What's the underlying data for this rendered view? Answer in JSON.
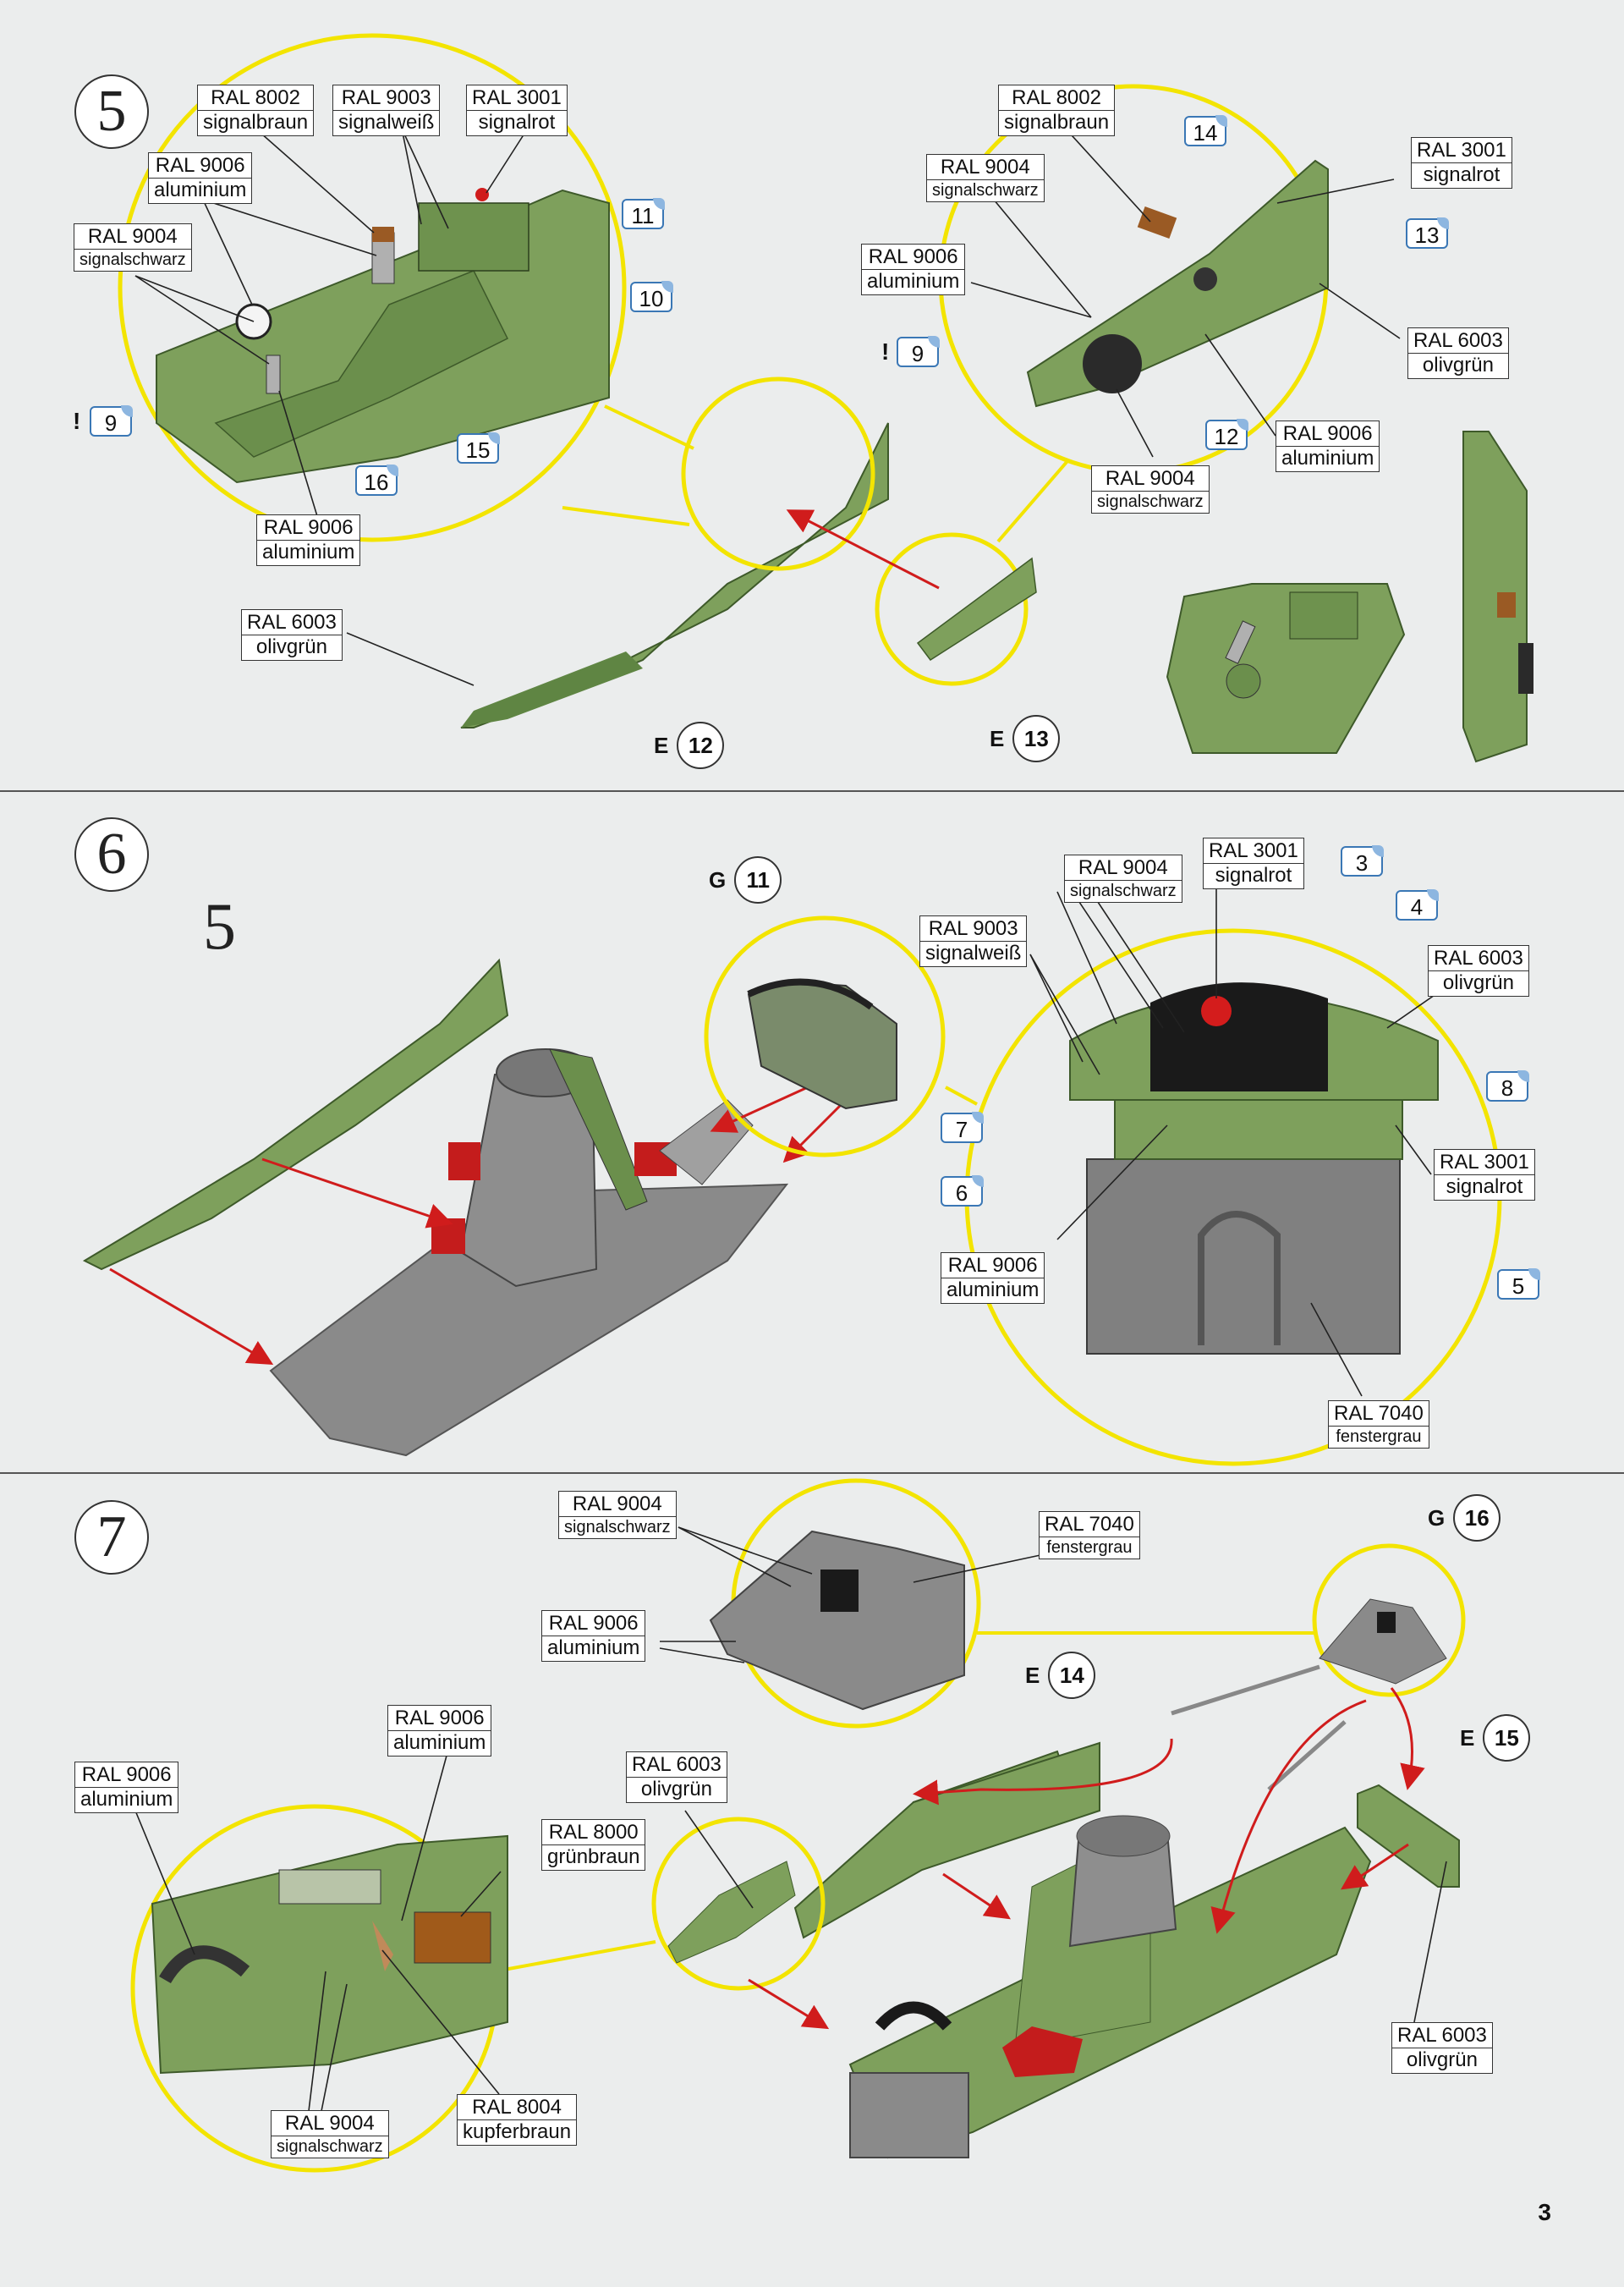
{
  "page_number": "3",
  "step5": {
    "number": "5",
    "labels": [
      {
        "code": "RAL 8002",
        "name": "signalbraun"
      },
      {
        "code": "RAL 9003",
        "name": "signalweiß"
      },
      {
        "code": "RAL 3001",
        "name": "signalrot"
      },
      {
        "code": "RAL 9006",
        "name": "aluminium"
      },
      {
        "code": "RAL 9004",
        "name": "signalschwarz"
      },
      {
        "code": "RAL 9006",
        "name": "aluminium"
      },
      {
        "code": "RAL 6003",
        "name": "olivgrün"
      },
      {
        "code": "RAL 8002",
        "name": "signalbraun"
      },
      {
        "code": "RAL 9004",
        "name": "signalschwarz"
      },
      {
        "code": "RAL 3001",
        "name": "signalrot"
      },
      {
        "code": "RAL 9006",
        "name": "aluminium"
      },
      {
        "code": "RAL 6003",
        "name": "olivgrün"
      },
      {
        "code": "RAL 9006",
        "name": "aluminium"
      },
      {
        "code": "RAL 9004",
        "name": "signalschwarz"
      }
    ],
    "callouts": [
      "11",
      "10",
      "9",
      "15",
      "16",
      "14",
      "13",
      "9",
      "12"
    ],
    "exclaims": [
      "!",
      "!"
    ],
    "part_refs": [
      {
        "letter": "E",
        "num": "12"
      },
      {
        "letter": "E",
        "num": "13"
      }
    ]
  },
  "step6": {
    "number": "6",
    "ref_numeral": "5",
    "labels": [
      {
        "code": "RAL 9004",
        "name": "signalschwarz"
      },
      {
        "code": "RAL 3001",
        "name": "signalrot"
      },
      {
        "code": "RAL 9003",
        "name": "signalweiß"
      },
      {
        "code": "RAL 6003",
        "name": "olivgrün"
      },
      {
        "code": "RAL 3001",
        "name": "signalrot"
      },
      {
        "code": "RAL 9006",
        "name": "aluminium"
      },
      {
        "code": "RAL 7040",
        "name": "fenstergrau"
      }
    ],
    "callouts": [
      "3",
      "4",
      "8",
      "7",
      "6",
      "5"
    ],
    "part_refs": [
      {
        "letter": "G",
        "num": "11"
      }
    ]
  },
  "step7": {
    "number": "7",
    "labels": [
      {
        "code": "RAL 9004",
        "name": "signalschwarz"
      },
      {
        "code": "RAL 7040",
        "name": "fenstergrau"
      },
      {
        "code": "RAL 9006",
        "name": "aluminium"
      },
      {
        "code": "RAL 6003",
        "name": "olivgrün"
      },
      {
        "code": "RAL 9006",
        "name": "aluminium"
      },
      {
        "code": "RAL 9006",
        "name": "aluminium"
      },
      {
        "code": "RAL 8000",
        "name": "grünbraun"
      },
      {
        "code": "RAL 9004",
        "name": "signalschwarz"
      },
      {
        "code": "RAL 8004",
        "name": "kupferbraun"
      },
      {
        "code": "RAL 6003",
        "name": "olivgrün"
      }
    ],
    "part_refs": [
      {
        "letter": "G",
        "num": "16"
      },
      {
        "letter": "E",
        "num": "14"
      },
      {
        "letter": "E",
        "num": "15"
      }
    ]
  },
  "colors": {
    "olive_green": "#7ea05c",
    "dark_green": "#557a3c",
    "grey": "#8a8a8a",
    "highlight_yellow": "#f3e400",
    "arrow_red": "#d01c1c",
    "callout_blue": "#3a77b5"
  }
}
